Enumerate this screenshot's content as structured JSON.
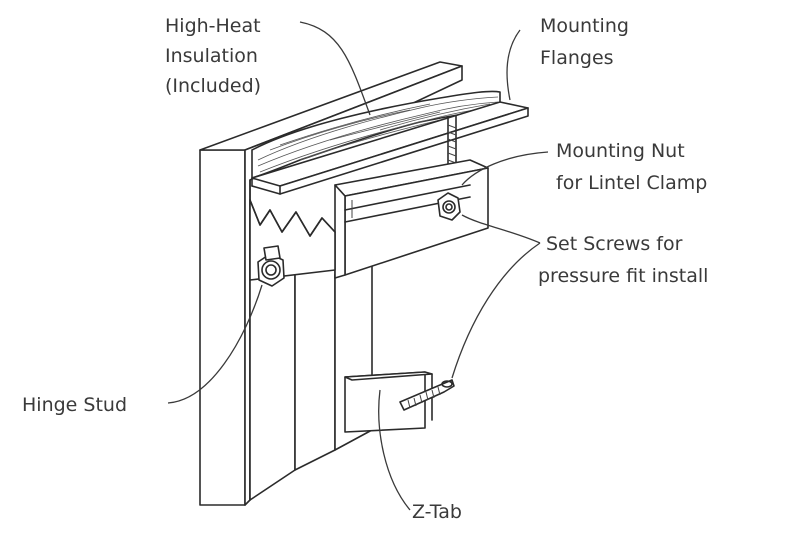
{
  "diagram": {
    "labels": {
      "insulation": [
        "High-Heat",
        "Insulation",
        "(Included)"
      ],
      "flanges": [
        "Mounting",
        "Flanges"
      ],
      "mounting_nut": [
        "Mounting Nut",
        "for Lintel Clamp"
      ],
      "set_screws": [
        "Set Screws for",
        "pressure fit install"
      ],
      "hinge_stud": "Hinge Stud",
      "z_tab": "Z-Tab"
    }
  }
}
